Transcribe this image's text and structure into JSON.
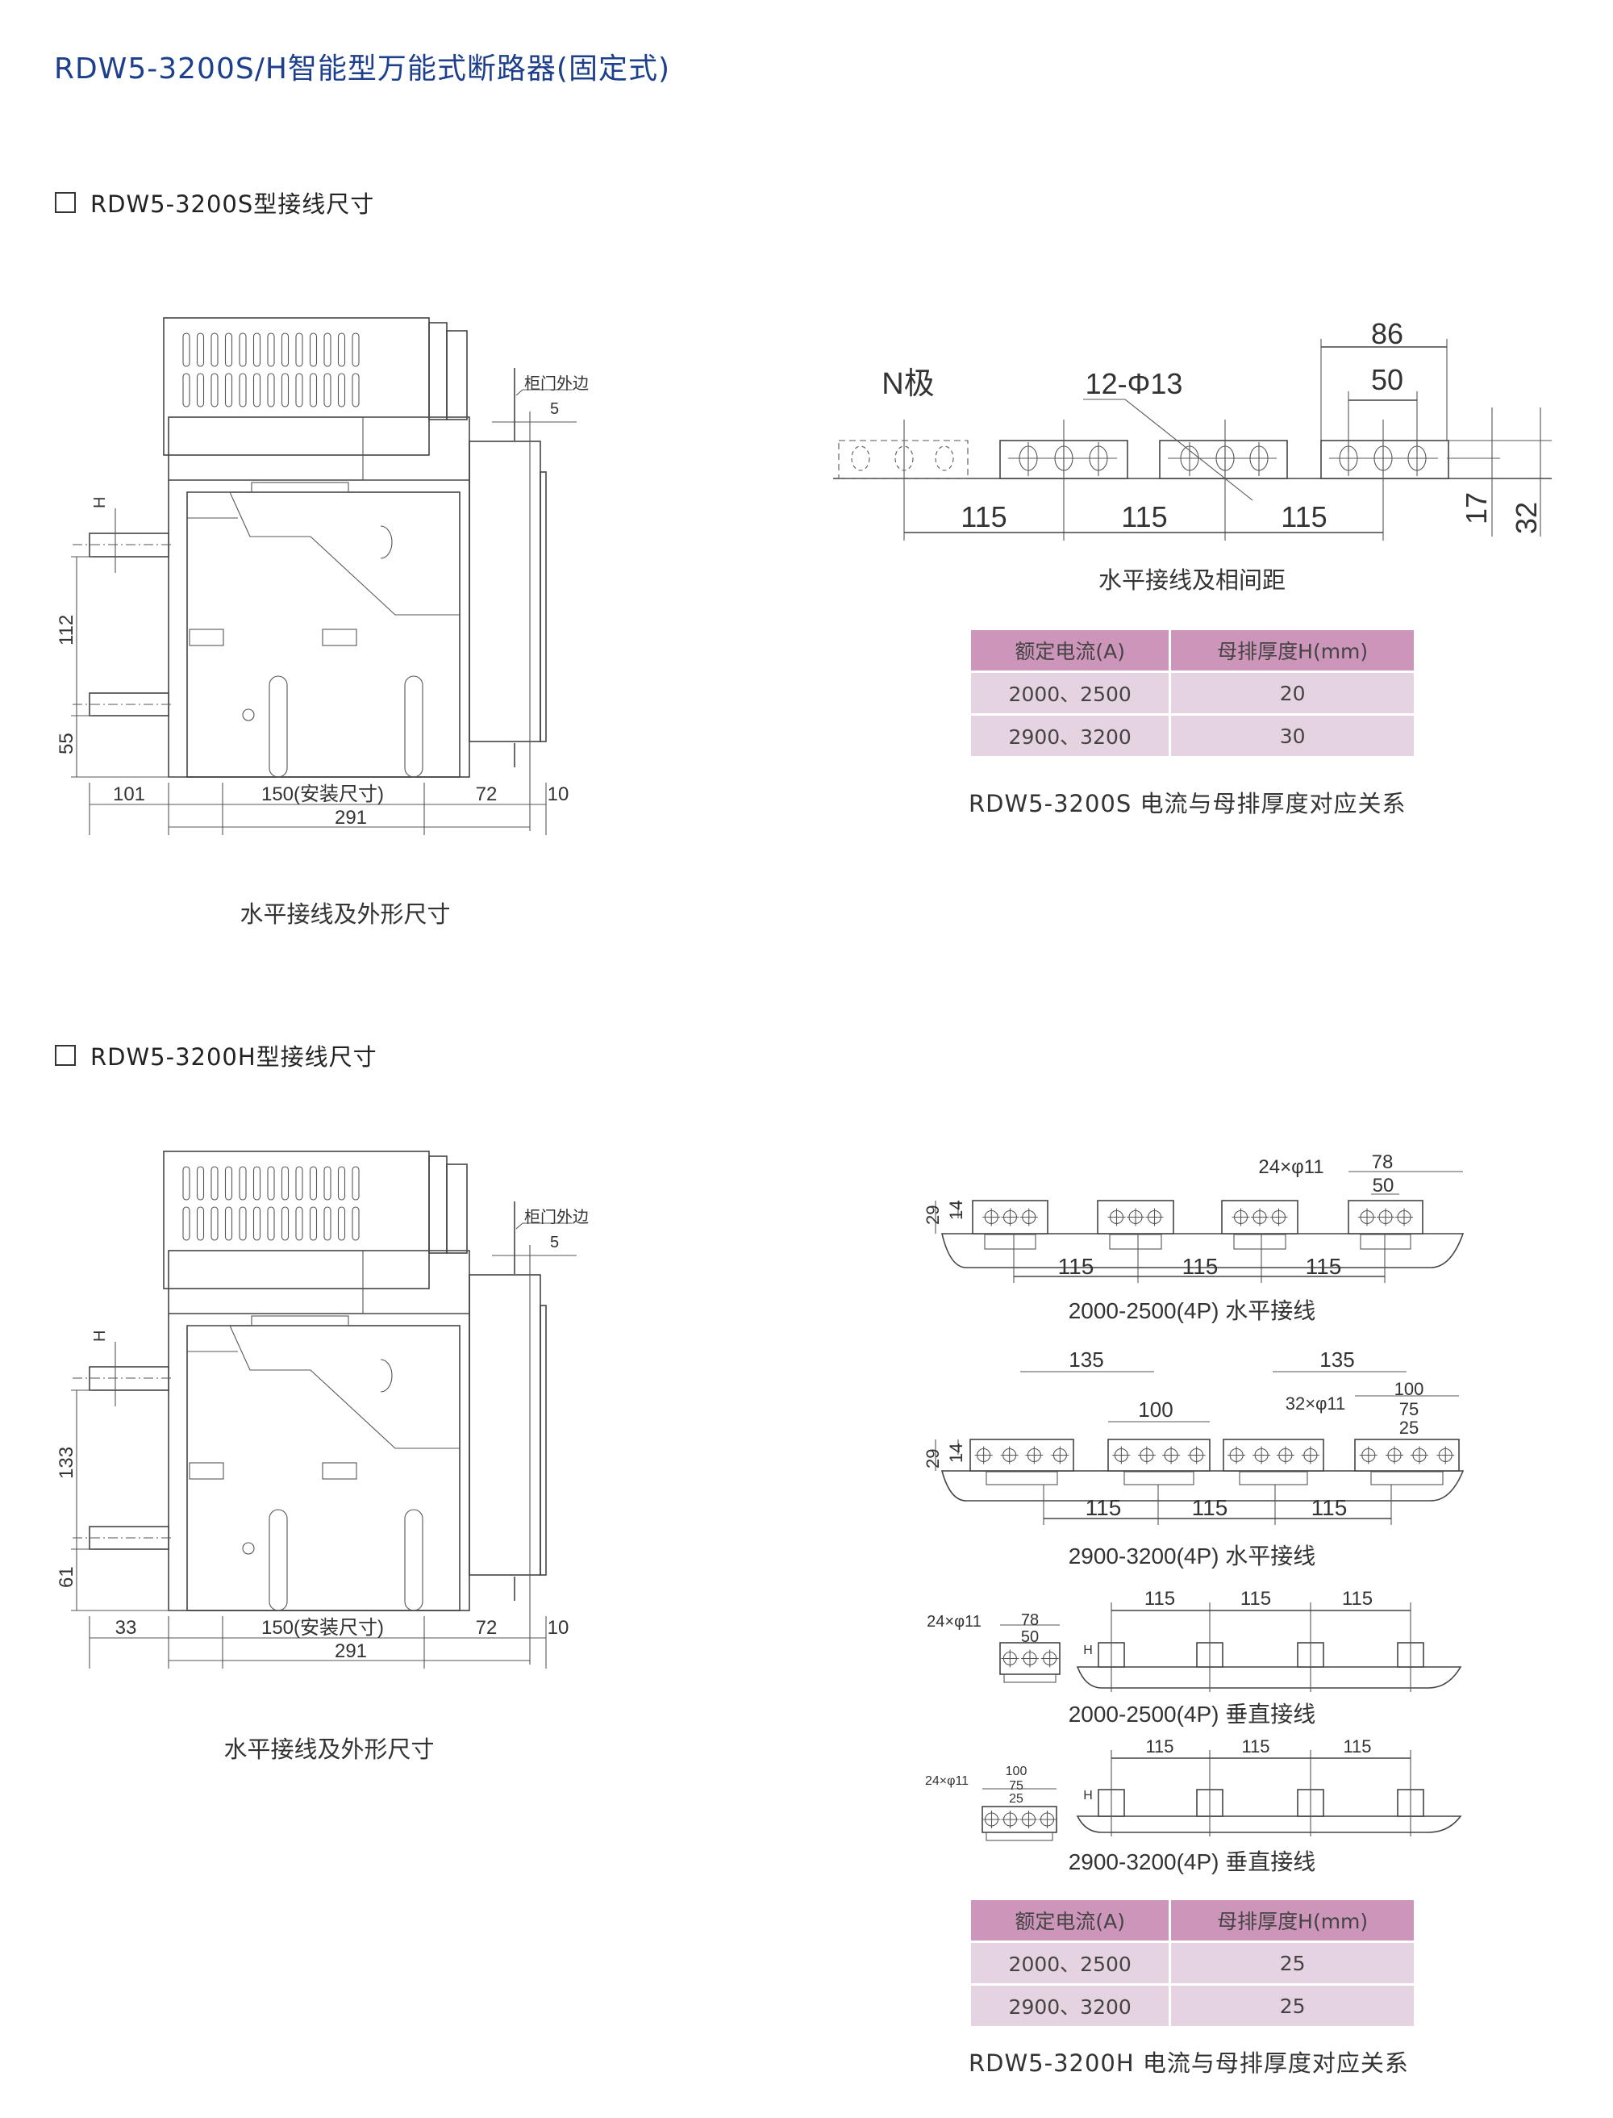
{
  "title": "RDW5-3200S/H智能型万能式断路器(固定式)",
  "section_s": {
    "heading": "RDW5-3200S型接线尺寸",
    "side_view": {
      "door_label": "柜门外边",
      "dim_5": "5",
      "dim_h": "H",
      "dim_upper": "112",
      "dim_lower": "55",
      "dim_101": "101",
      "dim_150": "150(安装尺寸)",
      "dim_72": "72",
      "dim_10": "10",
      "dim_291": "291",
      "caption": "水平接线及外形尺寸"
    },
    "spacing": {
      "n_pole": "N极",
      "holes": "12-Φ13",
      "dim_86": "86",
      "dim_50": "50",
      "dim_115": [
        "115",
        "115",
        "115"
      ],
      "dim_17": "17",
      "dim_32": "32",
      "caption": "水平接线及相间距"
    },
    "table": {
      "headers": [
        "额定电流(A)",
        "母排厚度H(mm)"
      ],
      "rows": [
        [
          "2000、2500",
          "20"
        ],
        [
          "2900、3200",
          "30"
        ]
      ],
      "caption": "RDW5-3200S  电流与母排厚度对应关系"
    }
  },
  "section_h": {
    "heading": "RDW5-3200H型接线尺寸",
    "side_view": {
      "door_label": "柜门外边",
      "dim_5": "5",
      "dim_h": "H",
      "dim_upper": "133",
      "dim_lower": "61",
      "dim_101": "33",
      "dim_150": "150(安装尺寸)",
      "dim_72": "72",
      "dim_10": "10",
      "dim_291": "291",
      "caption": "水平接线及外形尺寸"
    },
    "diagrams": [
      {
        "caption": "2000-2500(4P) 水平接线",
        "holes": "24×φ11",
        "dims": [
          "78",
          "50"
        ],
        "pitch": [
          "115",
          "115",
          "115"
        ],
        "h29": "29",
        "h14": "14"
      },
      {
        "caption": "2900-3200(4P) 水平接线",
        "holes": "32×φ11",
        "dims": [
          "135",
          "135",
          "100",
          "100",
          "75",
          "25"
        ],
        "pitch": [
          "115",
          "115",
          "115"
        ],
        "h29": "29",
        "h14": "14"
      },
      {
        "caption": "2000-2500(4P) 垂直接线",
        "holes": "24×φ11",
        "dims": [
          "78",
          "50"
        ],
        "pitch": [
          "115",
          "115",
          "115"
        ],
        "h": "H"
      },
      {
        "caption": "2900-3200(4P) 垂直接线",
        "holes": "24×φ11",
        "dims": [
          "100",
          "75",
          "25"
        ],
        "pitch": [
          "115",
          "115",
          "115"
        ],
        "h": "H"
      }
    ],
    "table": {
      "headers": [
        "额定电流(A)",
        "母排厚度H(mm)"
      ],
      "rows": [
        [
          "2000、2500",
          "25"
        ],
        [
          "2900、3200",
          "25"
        ]
      ],
      "caption": "RDW5-3200H  电流与母排厚度对应关系"
    }
  },
  "colors": {
    "title": "#1d3f8c",
    "table_header": "#cc95b9",
    "table_row": "#e6d3e2"
  }
}
